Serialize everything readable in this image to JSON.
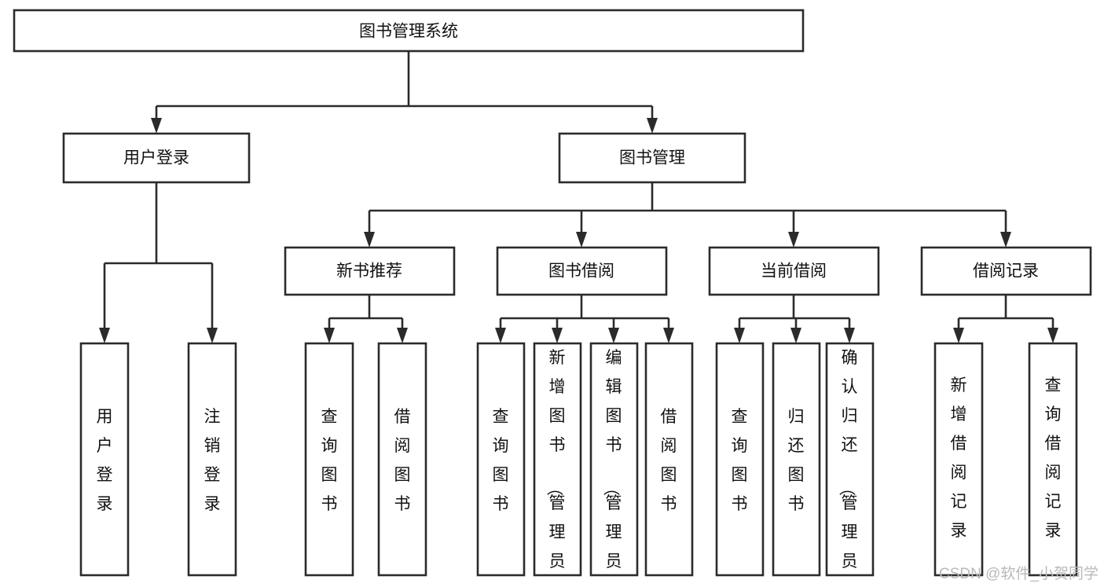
{
  "diagram": {
    "title": "图书管理系统",
    "type": "tree-hierarchy",
    "root": {
      "id": "root",
      "label": "图书管理系统"
    },
    "level2": [
      {
        "id": "user-login",
        "label": "用户登录"
      },
      {
        "id": "book-manage",
        "label": "图书管理"
      }
    ],
    "level3": [
      {
        "id": "new-book-recommend",
        "label": "新书推荐",
        "parent": "book-manage"
      },
      {
        "id": "book-borrow",
        "label": "图书借阅",
        "parent": "book-manage"
      },
      {
        "id": "current-borrow",
        "label": "当前借阅",
        "parent": "book-manage"
      },
      {
        "id": "borrow-record",
        "label": "借阅记录",
        "parent": "book-manage"
      }
    ],
    "leaves": {
      "user-login": [
        {
          "id": "leaf-user-login",
          "label": "用户登录"
        },
        {
          "id": "leaf-logout-login",
          "label": "注销登录"
        }
      ],
      "new-book-recommend": [
        {
          "id": "leaf-query-book-1",
          "label": "查询图书"
        },
        {
          "id": "leaf-borrow-book-1",
          "label": "借阅图书"
        }
      ],
      "book-borrow": [
        {
          "id": "leaf-query-book-2",
          "label": "查询图书"
        },
        {
          "id": "leaf-add-book",
          "label": "新增图书（管理员）"
        },
        {
          "id": "leaf-edit-book",
          "label": "编辑图书（管理员）"
        },
        {
          "id": "leaf-borrow-book-2",
          "label": "借阅图书"
        }
      ],
      "current-borrow": [
        {
          "id": "leaf-query-book-3",
          "label": "查询图书"
        },
        {
          "id": "leaf-return-book",
          "label": "归还图书"
        },
        {
          "id": "leaf-confirm-return",
          "label": "确认归还（管理员）"
        }
      ],
      "borrow-record": [
        {
          "id": "leaf-add-record",
          "label": "新增借阅记录"
        },
        {
          "id": "leaf-query-record",
          "label": "查询借阅记录"
        }
      ]
    },
    "watermark": "CSDN @软件_小贺同学",
    "colors": {
      "box_stroke": "#2b2b2b",
      "box_fill": "#ffffff",
      "text": "#111111",
      "background": "#ffffff",
      "watermark": "#b9b9b9"
    }
  }
}
